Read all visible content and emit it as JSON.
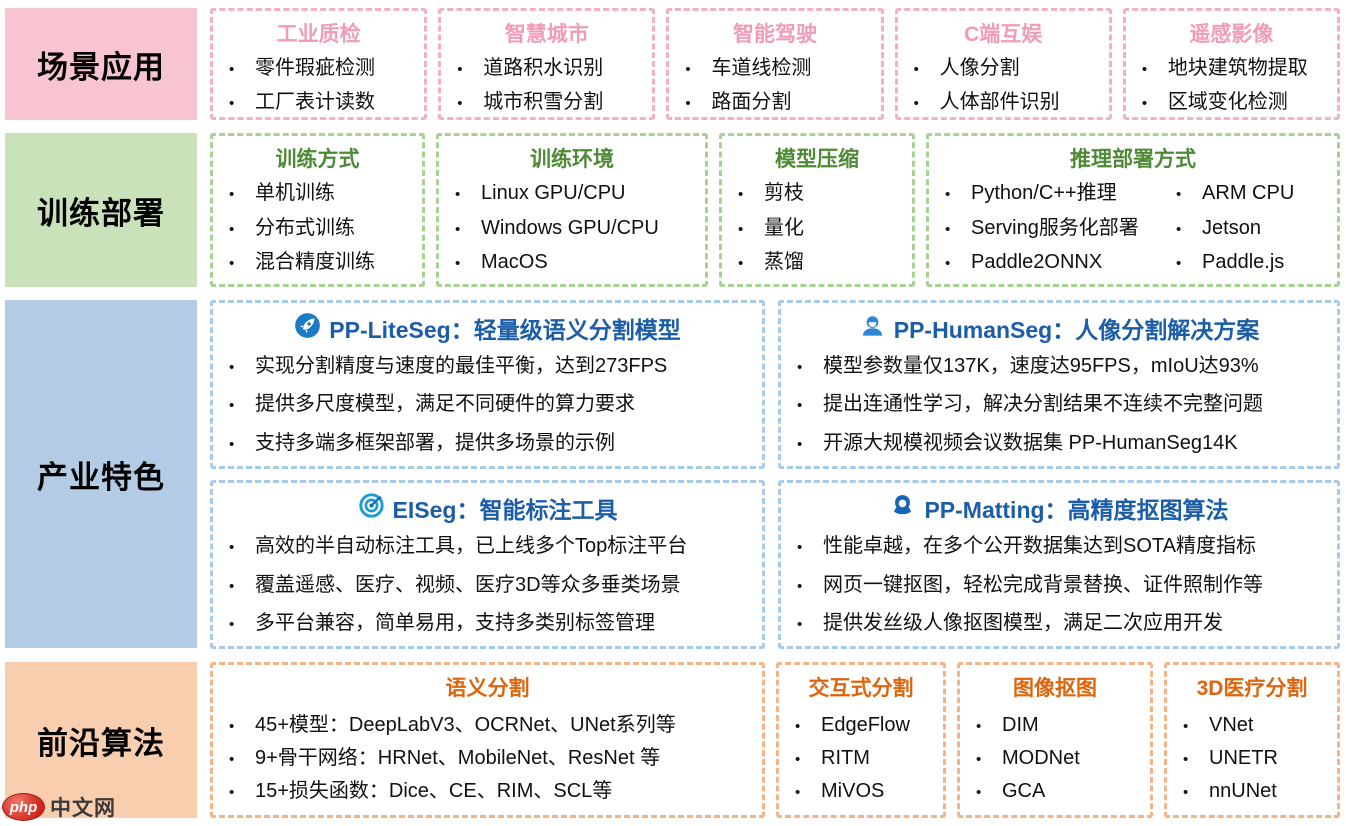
{
  "rows": {
    "scenarios": {
      "label": "场景应用",
      "boxes": [
        {
          "title": "工业质检",
          "items": [
            "零件瑕疵检测",
            "工厂表计读数"
          ]
        },
        {
          "title": "智慧城市",
          "items": [
            "道路积水识别",
            "城市积雪分割"
          ]
        },
        {
          "title": "智能驾驶",
          "items": [
            "车道线检测",
            "路面分割"
          ]
        },
        {
          "title": "C端互娱",
          "items": [
            "人像分割",
            "人体部件识别"
          ]
        },
        {
          "title": "遥感影像",
          "items": [
            "地块建筑物提取",
            "区域变化检测"
          ]
        }
      ]
    },
    "training": {
      "label": "训练部署",
      "boxes": [
        {
          "title": "训练方式",
          "items": [
            "单机训练",
            "分布式训练",
            "混合精度训练"
          ]
        },
        {
          "title": "训练环境",
          "items": [
            "Linux GPU/CPU",
            "Windows GPU/CPU",
            "MacOS"
          ]
        },
        {
          "title": "模型压缩",
          "items": [
            "剪枝",
            "量化",
            "蒸馏"
          ]
        },
        {
          "title": "推理部署方式",
          "items_col1": [
            "Python/C++推理",
            "Serving服务化部署",
            "Paddle2ONNX"
          ],
          "items_col2": [
            "ARM CPU",
            "Jetson",
            "Paddle.js"
          ]
        }
      ]
    },
    "features": {
      "label": "产业特色",
      "boxes": [
        {
          "icon": "rocket-icon",
          "title": "PP-LiteSeg：轻量级语义分割模型",
          "items": [
            "实现分割精度与速度的最佳平衡，达到273FPS",
            "提供多尺度模型，满足不同硬件的算力要求",
            "支持多端多框架部署，提供多场景的示例"
          ]
        },
        {
          "icon": "person-icon",
          "title": "PP-HumanSeg：人像分割解决方案",
          "items": [
            "模型参数量仅137K，速度达95FPS，mIoU达93%",
            "提出连通性学习，解决分割结果不连续不完整问题",
            "开源大规模视频会议数据集 PP-HumanSeg14K"
          ]
        },
        {
          "icon": "target-icon",
          "title": "EISeg：智能标注工具",
          "items": [
            "高效的半自动标注工具，已上线多个Top标注平台",
            "覆盖遥感、医疗、视频、医疗3D等众多垂类场景",
            "多平台兼容，简单易用，支持多类别标签管理"
          ]
        },
        {
          "icon": "silhouette-icon",
          "title": "PP-Matting：高精度抠图算法",
          "items": [
            "性能卓越，在多个公开数据集达到SOTA精度指标",
            "网页一键抠图，轻松完成背景替换、证件照制作等",
            "提供发丝级人像抠图模型，满足二次应用开发"
          ]
        }
      ]
    },
    "algorithms": {
      "label": "前沿算法",
      "boxes": [
        {
          "title": "语义分割",
          "items": [
            "45+模型：DeepLabV3、OCRNet、UNet系列等",
            "9+骨干网络：HRNet、MobileNet、ResNet 等",
            "15+损失函数：Dice、CE、RIM、SCL等"
          ]
        },
        {
          "title": "交互式分割",
          "items": [
            "EdgeFlow",
            "RITM",
            "MiVOS"
          ]
        },
        {
          "title": "图像抠图",
          "items": [
            "DIM",
            "MODNet",
            "GCA"
          ]
        },
        {
          "title": "3D医疗分割",
          "items": [
            "VNet",
            "UNETR",
            "nnUNet"
          ]
        }
      ]
    }
  },
  "watermark": {
    "logo": "php",
    "text": "中文网"
  },
  "colors": {
    "pink_bg": "#F9C4D2",
    "pink_border": "#F3AFC5",
    "pink_title": "#F09CB8",
    "green_bg": "#C9E2BA",
    "green_border": "#A6D293",
    "green_title": "#4E8A35",
    "blue_bg": "#B4CBE6",
    "blue_border": "#A9CBEA",
    "blue_title": "#1C5DA8",
    "orange_bg": "#F9CEAF",
    "orange_border": "#F3B488",
    "orange_title": "#DE650D",
    "icon_blue": "#1B7BC4"
  }
}
